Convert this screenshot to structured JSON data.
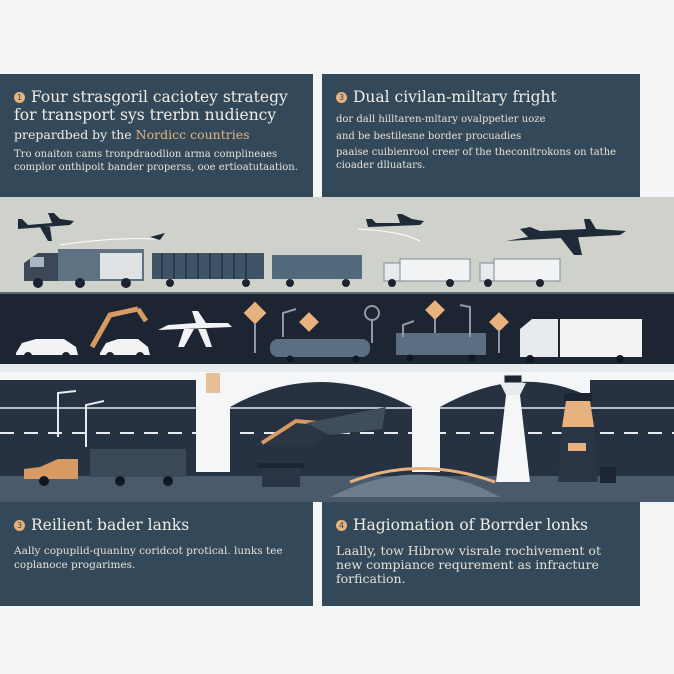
{
  "panels": {
    "p1": {
      "number": "1",
      "title": "Four strasgoril caciotey strategy for transport sys trerbn nudiency",
      "subtitle_main": "prepardbed by the ",
      "subtitle_accent": "Nordicc countries",
      "body": "Tro onaiton cams tronpdraodlion arma complineaes complor onthipoit bander properss, ooe ertioatutaation."
    },
    "p2": {
      "number": "3",
      "title": "Dual civilan-miltary fright",
      "body1": "dor dall hilltaren-mltary ovalppetier uoze",
      "body2": "and be bestilesne border procuadies",
      "body3": "paaise cuibienrool creer of the theconitrokons on tathe cioader dlluatars."
    },
    "p3": {
      "number": "3",
      "title": "Reilient bader lanks",
      "body": "Aally copuplid-quaniny coridcot protical. lunks tee coplanoce progarimes."
    },
    "p4": {
      "number": "4",
      "title": "Hagiomation of Borrder lonks",
      "body": "Laally, tow Hibrow visrale rochivement ot new compiance requrement as infracture forfication."
    }
  },
  "colors": {
    "panel": "#33495a",
    "accent": "#e7b27e",
    "sky": "#cfd2cb",
    "road": "#1d2533",
    "bridge": "#e8ebee"
  },
  "scene_items": [
    "airplane-icon",
    "cargo-truck-icon",
    "container-train-icon",
    "fighter-jet-icon",
    "car-icon",
    "excavator-icon",
    "warning-sign-icon",
    "bridge-icon",
    "control-tower-icon",
    "lighthouse-icon",
    "dump-truck-icon"
  ]
}
